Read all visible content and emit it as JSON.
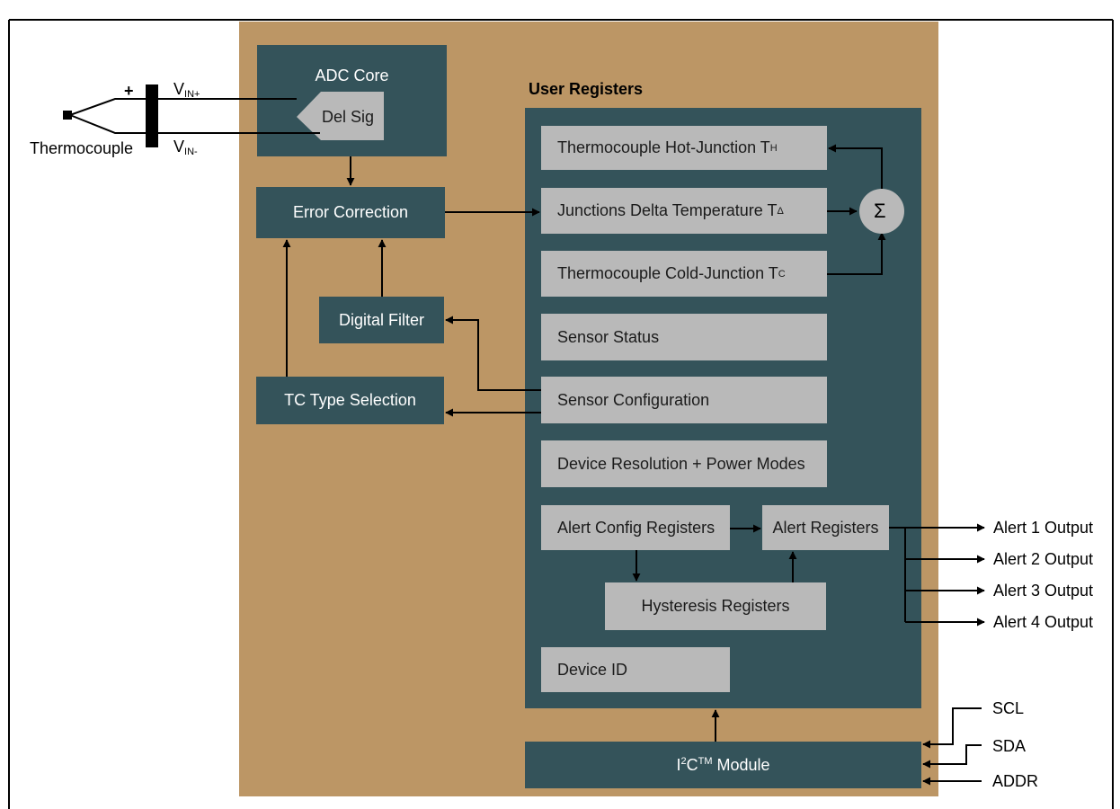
{
  "blocks": {
    "adc_core": "ADC Core",
    "del_sig": "Del Sig",
    "error_correction": "Error Correction",
    "digital_filter": "Digital Filter",
    "tc_type_selection": "TC Type Selection",
    "user_registers_title": "User Registers",
    "i2c_module": {
      "prefix": "I",
      "sup": "2",
      "mid": "C",
      "tm": "TM",
      "suffix": " Module"
    }
  },
  "registers": {
    "hot_junction": {
      "text": "Thermocouple Hot-Junction T",
      "sub": "H"
    },
    "delta_temp": {
      "text": "Junctions Delta Temperature T",
      "sub": "Δ"
    },
    "cold_junction": {
      "text": "Thermocouple Cold-Junction T",
      "sub": "C"
    },
    "sensor_status": "Sensor Status",
    "sensor_configuration": "Sensor Configuration",
    "device_resolution": "Device Resolution + Power Modes",
    "alert_config": "Alert Config Registers",
    "alert_registers": "Alert Registers",
    "hysteresis": "Hysteresis Registers",
    "device_id": "Device ID"
  },
  "sum_symbol": "Σ",
  "inputs": {
    "thermocouple": "Thermocouple",
    "plus_sign": "+",
    "vin_plus": {
      "base": "V",
      "sub": "IN+"
    },
    "vin_minus": {
      "base": "V",
      "sub": "IN-"
    }
  },
  "outputs": [
    "Alert 1 Output",
    "Alert 2 Output",
    "Alert 3 Output",
    "Alert 4 Output"
  ],
  "bus_pins": [
    "SCL",
    "SDA",
    "ADDR"
  ],
  "colors": {
    "chip_background": "#bc9665",
    "dark_block": "#34535a",
    "register_block": "#b9b9b9",
    "sum_node": "#b9b9b9",
    "wire": "#000000"
  }
}
